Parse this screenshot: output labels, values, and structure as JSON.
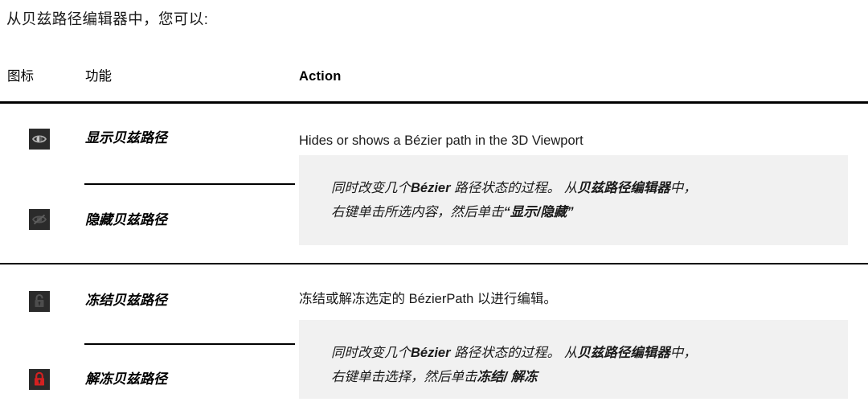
{
  "intro": {
    "text": "从贝兹路径编辑器中，您可以:"
  },
  "table": {
    "headers": {
      "icon": "图标",
      "function": "功能",
      "action": "Action"
    },
    "sections": [
      {
        "rows": [
          {
            "icon": "eye-visible-icon",
            "label": "显示贝兹路径"
          },
          {
            "icon": "eye-hidden-icon",
            "label": "隐藏贝兹路径"
          }
        ],
        "action_text": "Hides or shows a Bézier path in the 3D Viewport",
        "note": {
          "line1_a": "同时改变几个",
          "line1_b": "Bézier",
          "line1_c": " 路径状态的过程。 从",
          "line1_d": "贝兹路径编辑器",
          "line1_e": "中，",
          "line2_a": "右键单击所选内容，然后单击",
          "line2_b": "“显示/隐藏”"
        }
      },
      {
        "rows": [
          {
            "icon": "lock-open-icon",
            "label": "冻结贝兹路径"
          },
          {
            "icon": "lock-closed-icon",
            "label": "解冻贝兹路径"
          }
        ],
        "action_text": "冻结或解冻选定的 BézierPath 以进行编辑。",
        "note": {
          "line1_a": "同时改变几个",
          "line1_b": "Bézier",
          "line1_c": " 路径状态的过程。 从",
          "line1_d": "贝兹路径编辑器",
          "line1_e": "中，",
          "line2_a": "右键单击选择，然后单击",
          "line2_b": "冻结/ 解冻"
        }
      }
    ]
  },
  "colors": {
    "icon_background": "#2b2b2b",
    "icon_glyph_light": "#9a9a9a",
    "icon_glyph_dark": "#4a4a4a",
    "lock_red": "#d32121",
    "note_background": "#f1f1f1",
    "rule": "#000000"
  }
}
